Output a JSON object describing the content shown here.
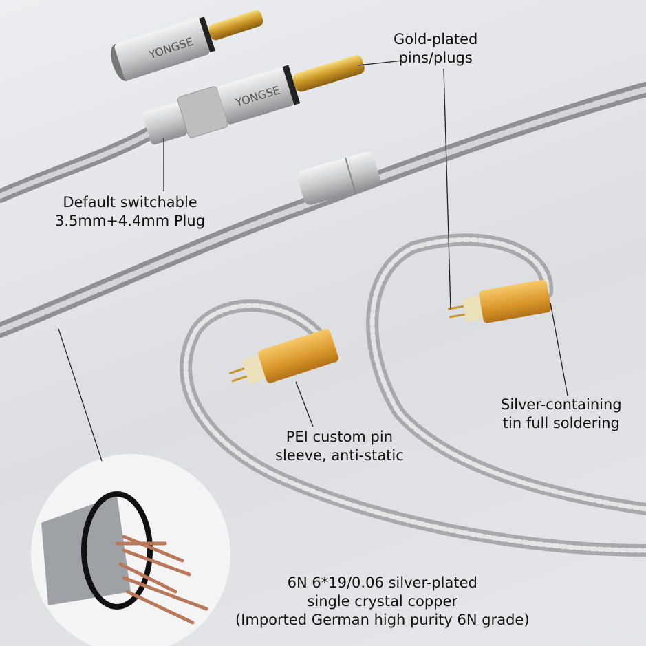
{
  "brand": "YONGSE",
  "labels": {
    "gold": [
      "Gold-plated",
      "pins/plugs"
    ],
    "plug": [
      "Default switchable",
      "3.5mm+4.4mm Plug"
    ],
    "silver": [
      "Silver-containing",
      "tin full soldering"
    ],
    "pei": [
      "PEI custom pin",
      "sleeve, anti-static"
    ],
    "copper": [
      "6N 6*19/0.06 silver-plated",
      "single crystal copper",
      "(Imported German high purity 6N grade)"
    ]
  },
  "colors": {
    "cable": "#9a9ca0",
    "gold": "#d4a437",
    "amber": "#e0a83a",
    "copper": "#b9785a"
  }
}
